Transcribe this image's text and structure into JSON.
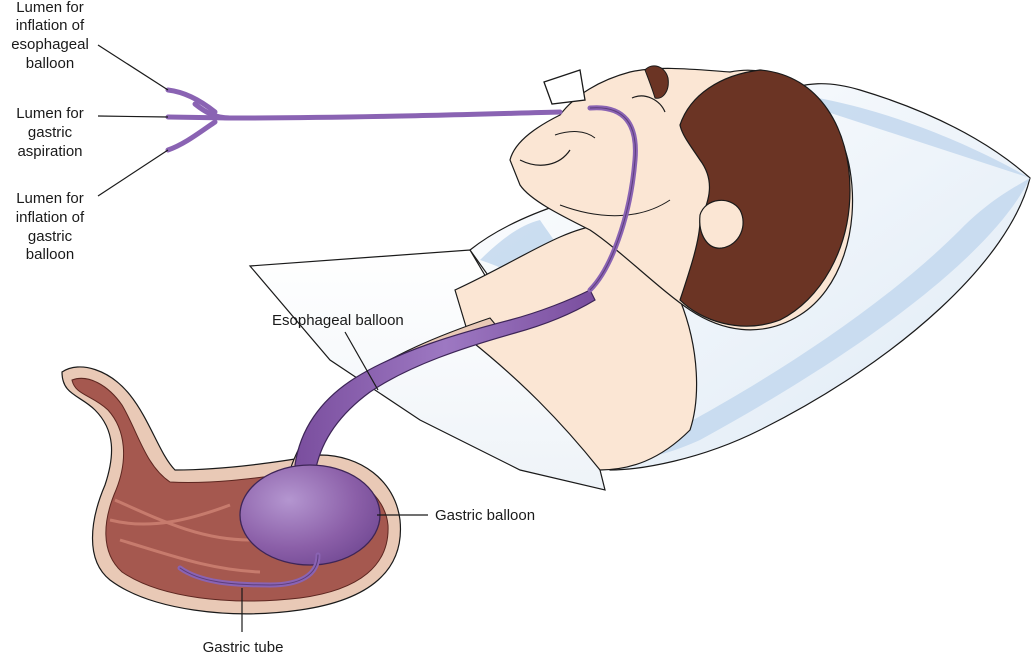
{
  "labels": {
    "esophageal_lumen": [
      "Lumen for",
      "inflation of",
      "esophageal",
      "balloon"
    ],
    "aspiration_lumen": [
      "Lumen for",
      "gastric",
      "aspiration"
    ],
    "gastric_lumen": [
      "Lumen for",
      "inflation of",
      "gastric",
      "balloon"
    ],
    "esophageal_balloon": "Esophageal balloon",
    "gastric_balloon": "Gastric balloon",
    "gastric_tube": "Gastric tube"
  },
  "colors": {
    "tube": "#8a63b3",
    "balloon": "#8b5fa8",
    "skin": "#fbe6d4",
    "hair": "#6b3424",
    "pillow_shadow": "#c5d9ee",
    "stomach_wall": "#e9c9b6",
    "stomach_inner": "#a5584f"
  }
}
